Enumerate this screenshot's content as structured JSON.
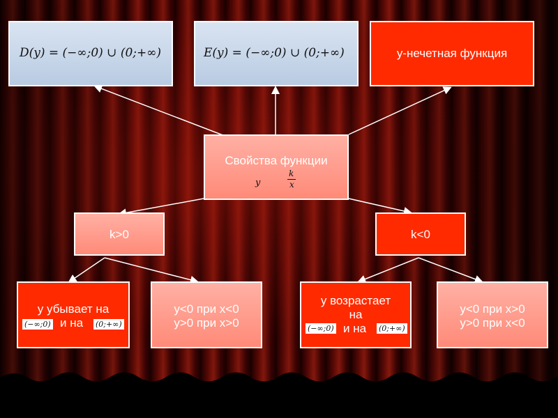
{
  "nodes": {
    "domain_formula": "D(y) = (−∞;0) ∪ (0;+∞)",
    "range_formula": "E(y) = (−∞;0) ∪ (0;+∞)",
    "odd_label": "y-нечетная функция",
    "center_title": "Свойства функции",
    "center_formula_lhs": "y",
    "center_formula_num": "k",
    "center_formula_den": "x",
    "k_pos": "k>0",
    "k_neg": "k<0",
    "dec_line1": "y убывает на",
    "dec_int1": "(−∞;0)",
    "dec_and": "и на",
    "dec_int2": "(0;+∞)",
    "sign_pos_line1": "y<0 при x<0",
    "sign_pos_line2": "y>0 при x>0",
    "inc_line1": "y возрастает",
    "inc_line2": "на",
    "inc_int1": "(−∞;0)",
    "inc_and": "и на",
    "inc_int2": "(0;+∞)",
    "sign_neg_line1": "y<0 при x>0",
    "sign_neg_line2": "y>0 при x<0"
  },
  "colors": {
    "pink_box": "#ff9c8c",
    "red_box": "#ff2a00",
    "formula_box": "#c9d8ea",
    "connector": "#ffffff"
  }
}
